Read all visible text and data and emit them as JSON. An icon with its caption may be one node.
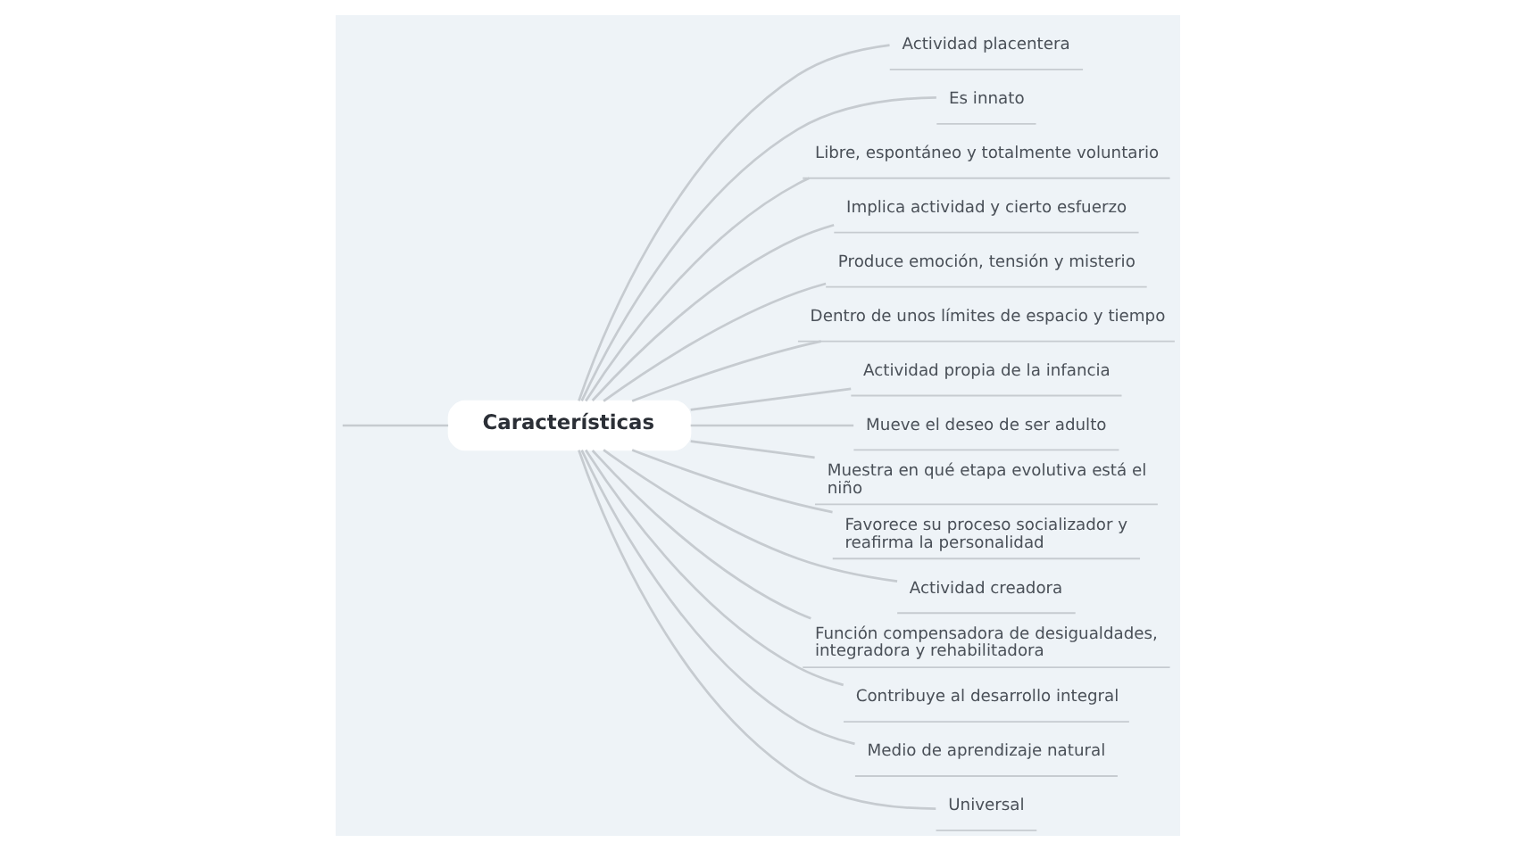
{
  "diagram": {
    "nodes": [
      {
        "text": [
          "Características"
        ]
      },
      {
        "text": [
          "Actividad placentera"
        ]
      },
      {
        "text": [
          "Es innato"
        ]
      },
      {
        "text": [
          "Libre, espontáneo y totalmente voluntario"
        ]
      },
      {
        "text": [
          "Implica actividad y cierto esfuerzo"
        ]
      },
      {
        "text": [
          "Produce emoción, tensión y misterio"
        ]
      },
      {
        "text": [
          "Dentro de unos límites de espacio y tiempo"
        ]
      },
      {
        "text": [
          "Actividad propia de la infancia"
        ]
      },
      {
        "text": [
          "Mueve el deseo de ser adulto"
        ]
      },
      {
        "text": [
          "Muestra en qué etapa evolutiva está el niño"
        ]
      },
      {
        "text": [
          "Favorece su proceso socializador y reafirma la personalidad"
        ]
      },
      {
        "text": [
          "Actividad creadora"
        ]
      },
      {
        "text": [
          "Función compensadora de desigualdades, integradora y rehabilitadora"
        ]
      },
      {
        "text": [
          "Contribuye al desarrollo integral"
        ]
      },
      {
        "text": [
          "Medio de aprendizaje natural"
        ]
      },
      {
        "text": [
          "Universal"
        ]
      }
    ],
    "edges": [
      {
        "from": null,
        "to": 0,
        "arrow": "none"
      },
      {
        "from": 0,
        "to": 1,
        "arrow": "none"
      },
      {
        "from": 0,
        "to": 2,
        "arrow": "none"
      },
      {
        "from": 0,
        "to": 3,
        "arrow": "none"
      },
      {
        "from": 0,
        "to": 4,
        "arrow": "none"
      },
      {
        "from": 0,
        "to": 5,
        "arrow": "none"
      },
      {
        "from": 0,
        "to": 6,
        "arrow": "none"
      },
      {
        "from": 0,
        "to": 7,
        "arrow": "none"
      },
      {
        "from": 0,
        "to": 8,
        "arrow": "none"
      },
      {
        "from": 0,
        "to": 9,
        "arrow": "none"
      },
      {
        "from": 0,
        "to": 10,
        "arrow": "none"
      },
      {
        "from": 0,
        "to": 11,
        "arrow": "none"
      },
      {
        "from": 0,
        "to": 12,
        "arrow": "none"
      },
      {
        "from": 0,
        "to": 13,
        "arrow": "none"
      },
      {
        "from": 0,
        "to": 14,
        "arrow": "none"
      },
      {
        "from": 0,
        "to": 15,
        "arrow": "none"
      }
    ]
  }
}
